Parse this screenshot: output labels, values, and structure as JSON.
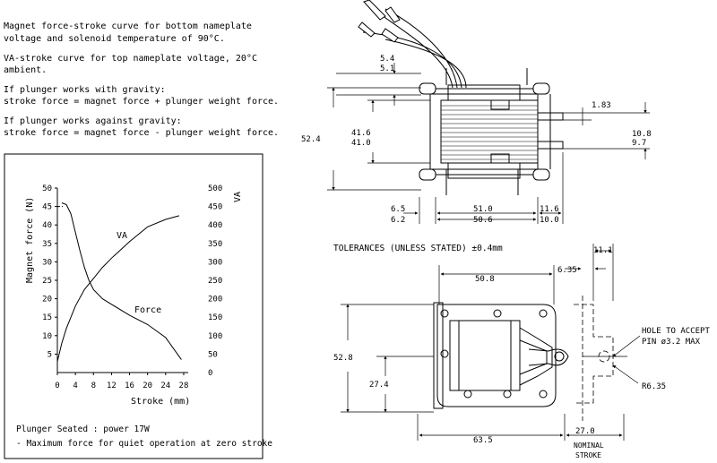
{
  "notes": [
    "Magnet force-stroke curve for bottom nameplate",
    "voltage and solenoid temperature of 90°C.",
    "VA-stroke curve for top nameplate voltage, 20°C",
    "ambient.",
    "If plunger works with gravity:",
    "stroke force = magnet force + plunger weight force.",
    "If plunger works against gravity:",
    "stroke force = magnet force - plunger weight force."
  ],
  "chart_data": {
    "type": "line",
    "xlabel": "Stroke (mm)",
    "ylabel_left": "Magnet force (N)",
    "ylabel_right": "VA",
    "x_ticks": [
      "0",
      "4",
      "8",
      "12",
      "16",
      "20",
      "24",
      "28"
    ],
    "y_left_ticks": [
      "5",
      "10",
      "15",
      "20",
      "25",
      "30",
      "35",
      "40",
      "45",
      "50"
    ],
    "y_right_ticks": [
      "0",
      "50",
      "100",
      "150",
      "200",
      "250",
      "300",
      "350",
      "400",
      "450",
      "500"
    ],
    "xlim": [
      0,
      29
    ],
    "ylim_left": [
      0,
      50
    ],
    "ylim_right": [
      0,
      500
    ],
    "series": [
      {
        "name": "Force",
        "axis": "left",
        "x": [
          1,
          2,
          3,
          4,
          5,
          6,
          7,
          8,
          10,
          12,
          16,
          20,
          24,
          27.5
        ],
        "y": [
          46,
          45.5,
          43,
          38,
          33,
          28.5,
          25,
          22.5,
          20,
          18.5,
          15.5,
          13,
          9.5,
          3.5
        ]
      },
      {
        "name": "VA",
        "axis": "right",
        "x": [
          0,
          1,
          2,
          4,
          6,
          8,
          10,
          12,
          16,
          20,
          24,
          27
        ],
        "y": [
          30,
          80,
          120,
          180,
          225,
          255,
          285,
          310,
          355,
          395,
          415,
          425
        ]
      }
    ],
    "annotations": {
      "va_label": "VA",
      "force_label": "Force"
    }
  },
  "footer": {
    "line1": "Plunger Seated : power 17W",
    "line2": "- Maximum force for quiet operation at zero stroke"
  },
  "top_view": {
    "dims": [
      "5.4",
      "5.1",
      "1.83",
      "52.4",
      "41.6",
      "41.0",
      "10.8",
      "9.7",
      "6.5",
      "6.2",
      "51.0",
      "50.6",
      "11.6",
      "10.0"
    ]
  },
  "tolerances": "TOLERANCES (UNLESS STATED) ±0.4mm",
  "bottom_view": {
    "dims": [
      "11.1",
      "6.35",
      "50.8",
      "52.8",
      "27.4",
      "63.5",
      "27.0",
      "R6.35"
    ],
    "hole_note_1": "HOLE TO ACCEPT",
    "hole_note_2": "PIN ø3.2 MAX",
    "nominal_1": "NOMINAL",
    "nominal_2": "STROKE"
  }
}
